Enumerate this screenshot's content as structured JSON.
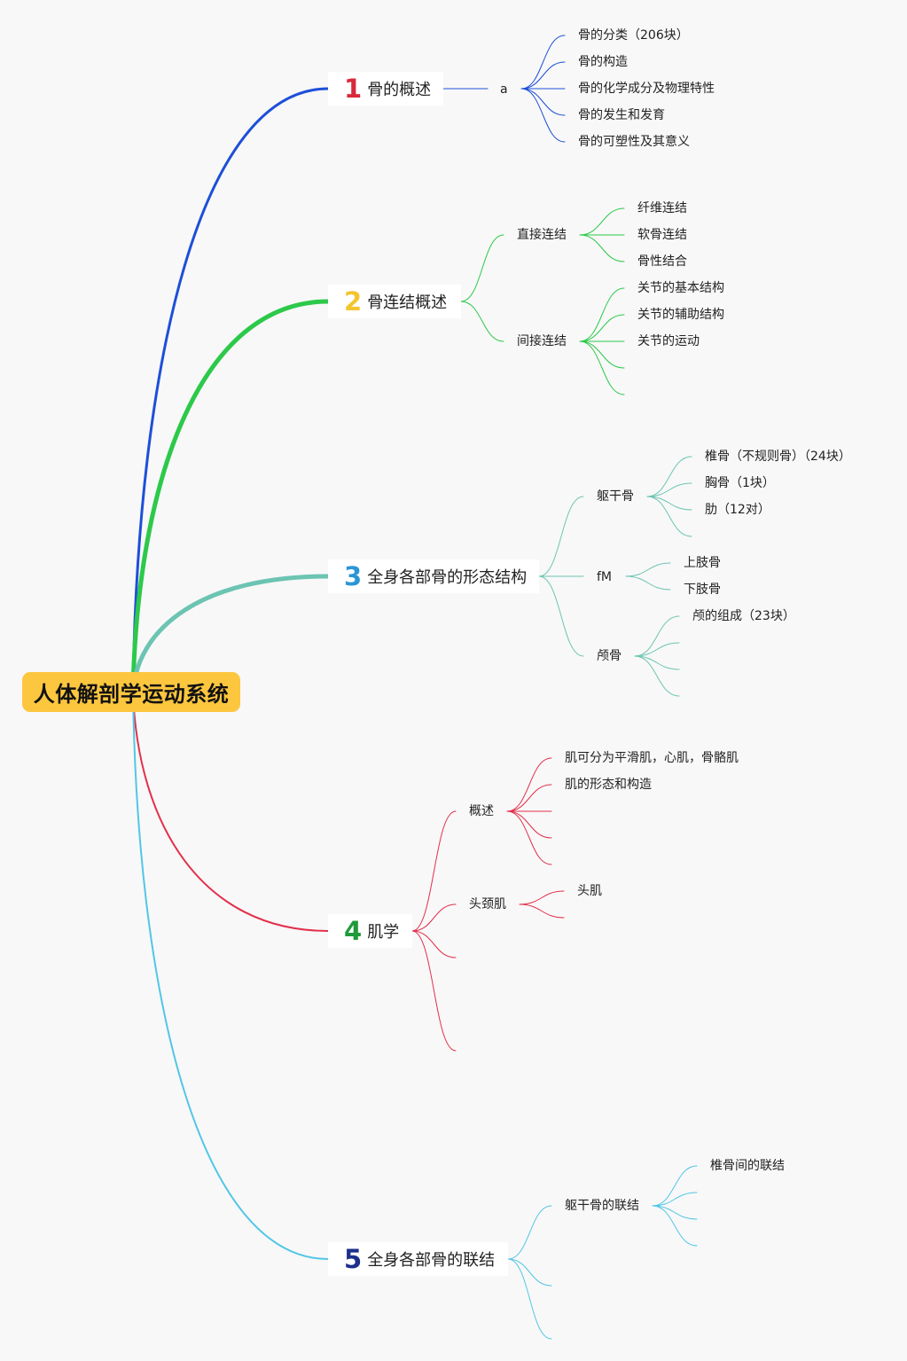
{
  "root": {
    "label": "人体解剖学运动系统",
    "color": "#fcc63f"
  },
  "branches": [
    {
      "num": "1",
      "label": "骨的概述",
      "color": "#1d4fd8",
      "numColor": "#d9283a",
      "children": [
        {
          "label": "a",
          "children": [
            {
              "label": "骨的分类（206块）"
            },
            {
              "label": "骨的构造"
            },
            {
              "label": "骨的化学成分及物理特性"
            },
            {
              "label": "骨的发生和发育"
            },
            {
              "label": "骨的可塑性及其意义"
            }
          ]
        }
      ]
    },
    {
      "num": "2",
      "label": "骨连结概述",
      "color": "#2cc94a",
      "numColor": "#f2c52e",
      "children": [
        {
          "label": "直接连结",
          "children": [
            {
              "label": "纤维连结"
            },
            {
              "label": "软骨连结"
            },
            {
              "label": "骨性结合"
            }
          ]
        },
        {
          "label": "间接连结",
          "children": [
            {
              "label": "关节的基本结构"
            },
            {
              "label": "关节的辅助结构"
            },
            {
              "label": "关节的运动"
            },
            {
              "label": ""
            },
            {
              "label": ""
            }
          ]
        }
      ]
    },
    {
      "num": "3",
      "label": "全身各部骨的形态结构",
      "color": "#6cc4b2",
      "numColor": "#2a96d6",
      "children": [
        {
          "label": "躯干骨",
          "children": [
            {
              "label": "椎骨（不规则骨）（24块）"
            },
            {
              "label": "胸骨（1块）"
            },
            {
              "label": "肋（12对）"
            },
            {
              "label": ""
            }
          ]
        },
        {
          "label": "fM",
          "children": [
            {
              "label": "上肢骨"
            },
            {
              "label": "下肢骨"
            }
          ]
        },
        {
          "label": "颅骨",
          "children": [
            {
              "label": "颅的组成（23块）"
            },
            {
              "label": ""
            },
            {
              "label": ""
            },
            {
              "label": ""
            }
          ]
        }
      ]
    },
    {
      "num": "4",
      "label": "肌学",
      "color": "#e2304b",
      "numColor": "#1f9a3a",
      "children": [
        {
          "label": "概述",
          "children": [
            {
              "label": "肌可分为平滑肌，心肌，骨骼肌"
            },
            {
              "label": "肌的形态和构造"
            },
            {
              "label": ""
            },
            {
              "label": ""
            },
            {
              "label": ""
            }
          ]
        },
        {
          "label": "头颈肌",
          "children": [
            {
              "label": "头肌"
            },
            {
              "label": ""
            }
          ]
        },
        {
          "label": ""
        },
        {
          "label": ""
        }
      ]
    },
    {
      "num": "5",
      "label": "全身各部骨的联结",
      "color": "#52c6e6",
      "numColor": "#1c2f8c",
      "children": [
        {
          "label": "躯干骨的联结",
          "children": [
            {
              "label": "椎骨间的联结"
            },
            {
              "label": ""
            },
            {
              "label": ""
            },
            {
              "label": ""
            }
          ]
        },
        {
          "label": ""
        },
        {
          "label": ""
        }
      ]
    }
  ]
}
